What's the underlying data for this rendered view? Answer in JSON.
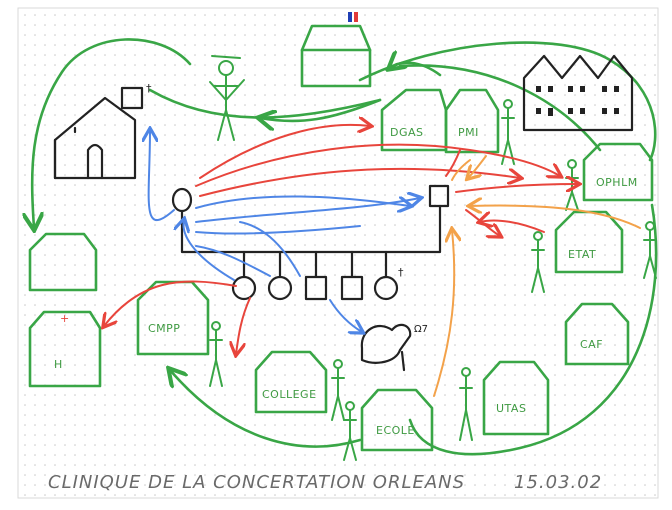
{
  "caption": {
    "title": "CLINIQUE DE LA CONCERTATION ORLEANS",
    "date": "15.03.02"
  },
  "institutions": [
    {
      "key": "dgas",
      "label": "DGAS"
    },
    {
      "key": "pmi",
      "label": "PMI"
    },
    {
      "key": "ophlm",
      "label": "OPHLM"
    },
    {
      "key": "etat",
      "label": "ETAT"
    },
    {
      "key": "caf",
      "label": "CAF"
    },
    {
      "key": "utas",
      "label": "UTAS"
    },
    {
      "key": "ecole",
      "label": "ECOLE"
    },
    {
      "key": "college",
      "label": "COLLEGE"
    },
    {
      "key": "cmpp",
      "label": "CMPP"
    },
    {
      "key": "hopital",
      "label": "H"
    }
  ],
  "colors": {
    "institution_green": "#39a646",
    "family_black": "#222222",
    "arrow_red": "#e8453c",
    "arrow_blue": "#4f86e6",
    "arrow_orange": "#f3a24a",
    "flag_blue": "#1f3fb5",
    "flag_red": "#e23a3a"
  }
}
